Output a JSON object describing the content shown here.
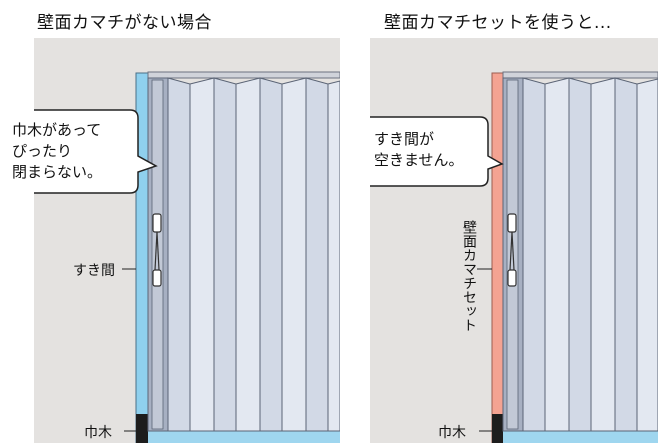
{
  "left": {
    "title": "壁面カマチがない場合",
    "callout": [
      "巾木があって",
      "ぴったり",
      "閉まらない。"
    ],
    "gap_label": "すき間",
    "baseboard_label": "巾木"
  },
  "right": {
    "title": "壁面カマチセットを使うと...",
    "callout": [
      "すき間が",
      "空きません。"
    ],
    "side_label": "壁面カマチセット",
    "baseboard_label": "巾木"
  },
  "colors": {
    "wall": "#e4e2e0",
    "gap_blue": "#8fd0ee",
    "kamachi_pink": "#f4a392",
    "panel_fill": "#dde3ef",
    "frame_gray": "#a7b0c2",
    "baseboard": "#1d1d1d"
  }
}
